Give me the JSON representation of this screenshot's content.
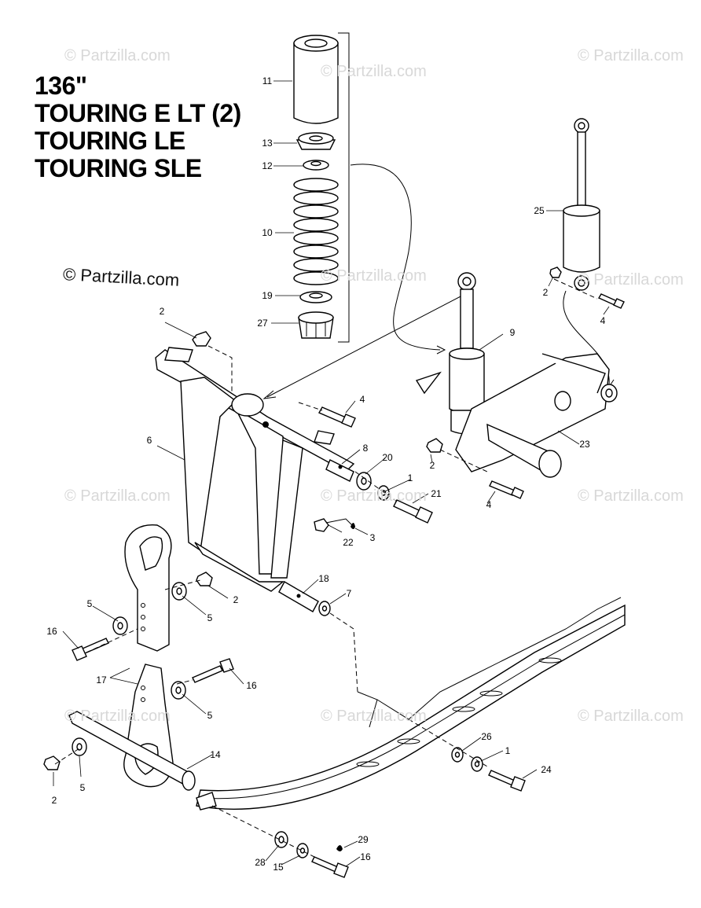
{
  "title": {
    "lines": [
      "136\"",
      "TOURING E LT (2)",
      "TOURING LE",
      "TOURING SLE"
    ]
  },
  "copyright": "© Partzilla.com",
  "watermark": "© Partzilla.com",
  "callouts": [
    "11",
    "13",
    "12",
    "10",
    "19",
    "27",
    "25",
    "2",
    "4",
    "9",
    "2",
    "4",
    "6",
    "8",
    "20",
    "1",
    "21",
    "2",
    "23",
    "4",
    "22",
    "3",
    "18",
    "7",
    "5",
    "2",
    "5",
    "16",
    "17",
    "16",
    "5",
    "14",
    "2",
    "5",
    "26",
    "1",
    "24",
    "29",
    "28",
    "15",
    "16"
  ]
}
